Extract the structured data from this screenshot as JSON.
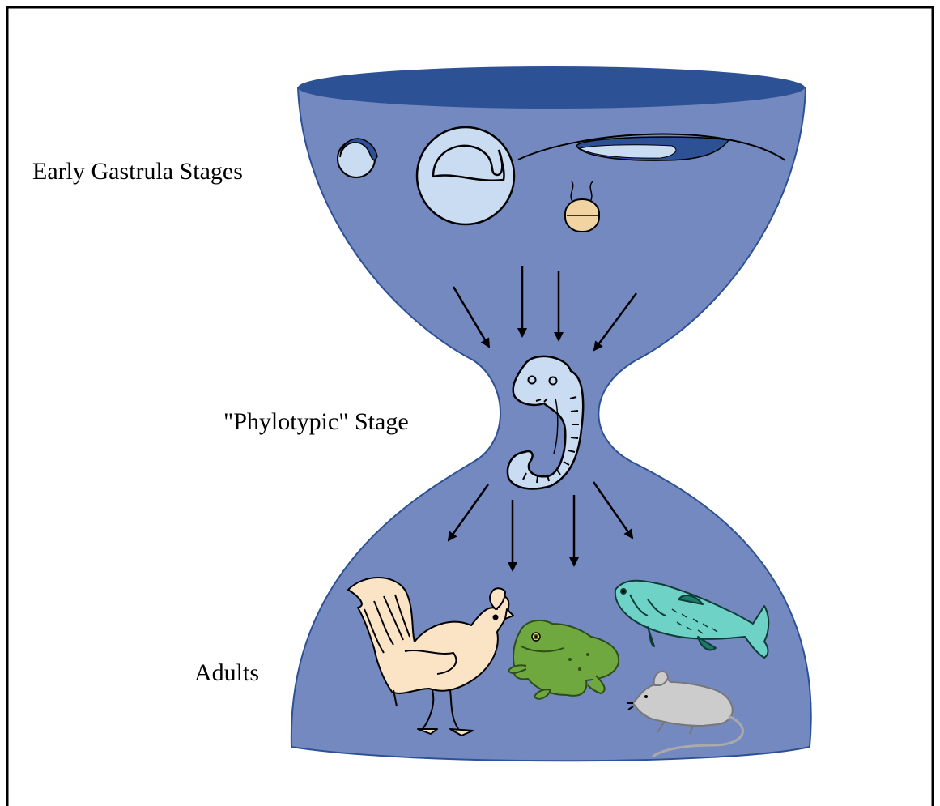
{
  "labels": {
    "early": "Early Gastrula Stages",
    "phylotypic": "\"Phylotypic\" Stage",
    "adults": "Adults"
  },
  "colors": {
    "hourglass_fill": "#7389c0",
    "hourglass_rim": "#2d5195",
    "embryo_fill": "#c9dcf2",
    "tan_fill": "#f2d3a2",
    "rooster_fill": "#fbe4c6",
    "frog_fill": "#6ea83f",
    "fish_fill": "#6fd2c6",
    "mouse_fill": "#cccccc"
  },
  "icons": {
    "early": [
      "small-blastula-icon",
      "round-embryo-icon",
      "flat-embryo-icon",
      "small-larva-icon"
    ],
    "phylotypic": "phylotypic-embryo-icon",
    "adults": [
      "rooster-icon",
      "frog-icon",
      "fish-icon",
      "mouse-icon"
    ]
  }
}
